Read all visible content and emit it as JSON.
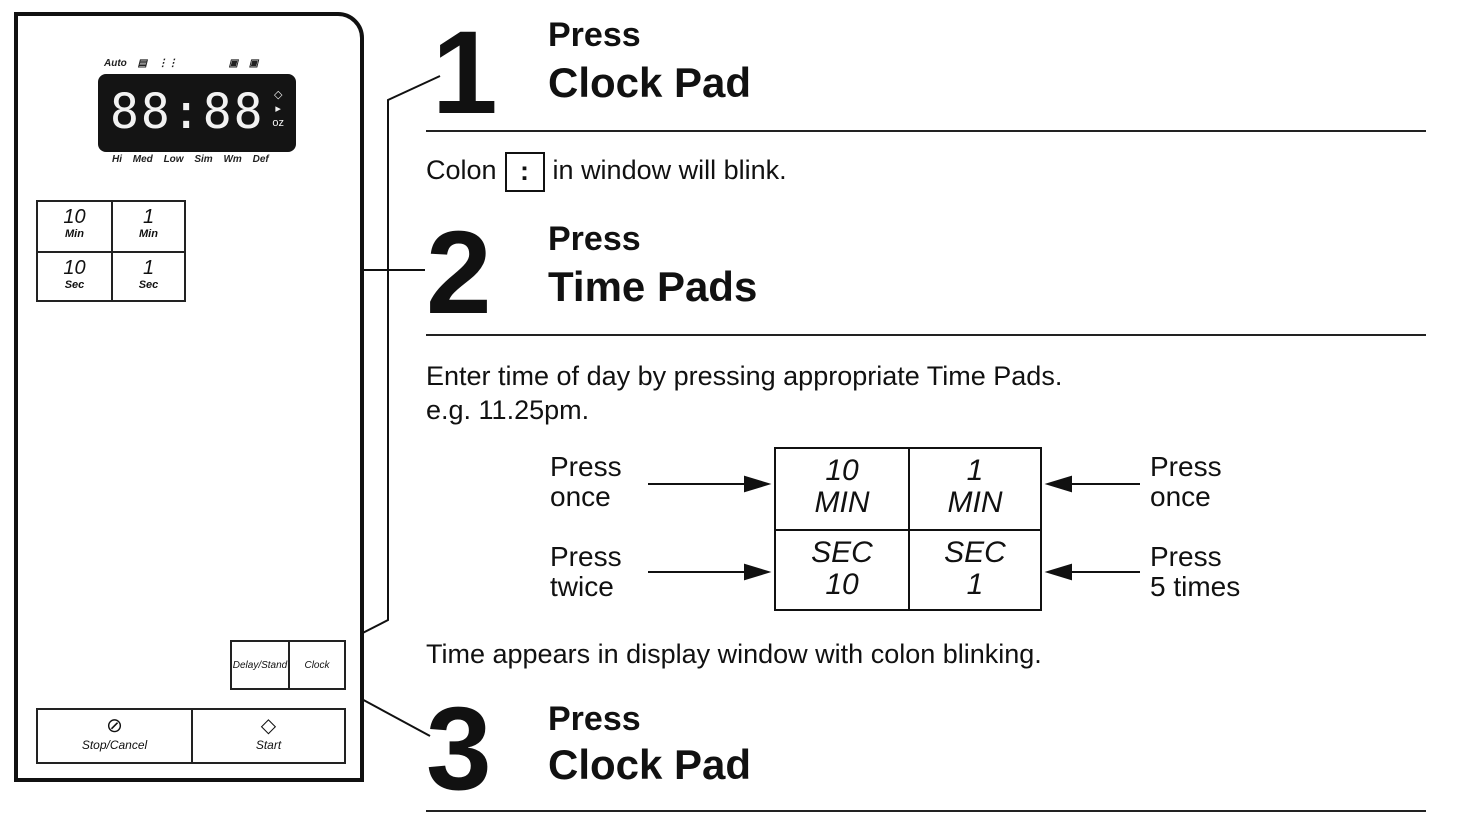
{
  "panel": {
    "top_indicators": [
      "Auto"
    ],
    "display": {
      "digits": "88:88",
      "side": "oz"
    },
    "bottom_indicators": [
      "Hi",
      "Med",
      "Low",
      "Sim",
      "Wm",
      "Def"
    ],
    "pads": [
      {
        "big": "10",
        "small": "Min"
      },
      {
        "big": "1",
        "small": "Min"
      },
      {
        "big": "10",
        "small": "Sec"
      },
      {
        "big": "1",
        "small": "Sec"
      }
    ],
    "delay_label": "Delay/Stand",
    "clock_label": "Clock",
    "stop_label": "Stop/Cancel",
    "start_label": "Start"
  },
  "steps": [
    {
      "number": "1",
      "press": "Press",
      "pad": "Clock Pad"
    },
    {
      "number": "2",
      "press": "Press",
      "pad": "Time Pads"
    },
    {
      "number": "3",
      "press": "Press",
      "pad": "Clock Pad"
    }
  ],
  "instructions": {
    "colon_before": "Colon",
    "colon_symbol": ":",
    "colon_after": "in window will blink.",
    "enter_line1": "Enter time of day by pressing appropriate Time Pads.",
    "enter_line2": "e.g. 11.25pm.",
    "appears": "Time appears in display window with colon blinking."
  },
  "diagram": {
    "cells": [
      {
        "line1": "10",
        "line2": "MIN"
      },
      {
        "line1": "1",
        "line2": "MIN"
      },
      {
        "line1": "SEC",
        "line2": "10"
      },
      {
        "line1": "SEC",
        "line2": "1"
      }
    ],
    "left_labels": [
      {
        "line1": "Press",
        "line2": "once"
      },
      {
        "line1": "Press",
        "line2": "twice"
      }
    ],
    "right_labels": [
      {
        "line1": "Press",
        "line2": "once"
      },
      {
        "line1": "Press",
        "line2": "5 times"
      }
    ]
  }
}
